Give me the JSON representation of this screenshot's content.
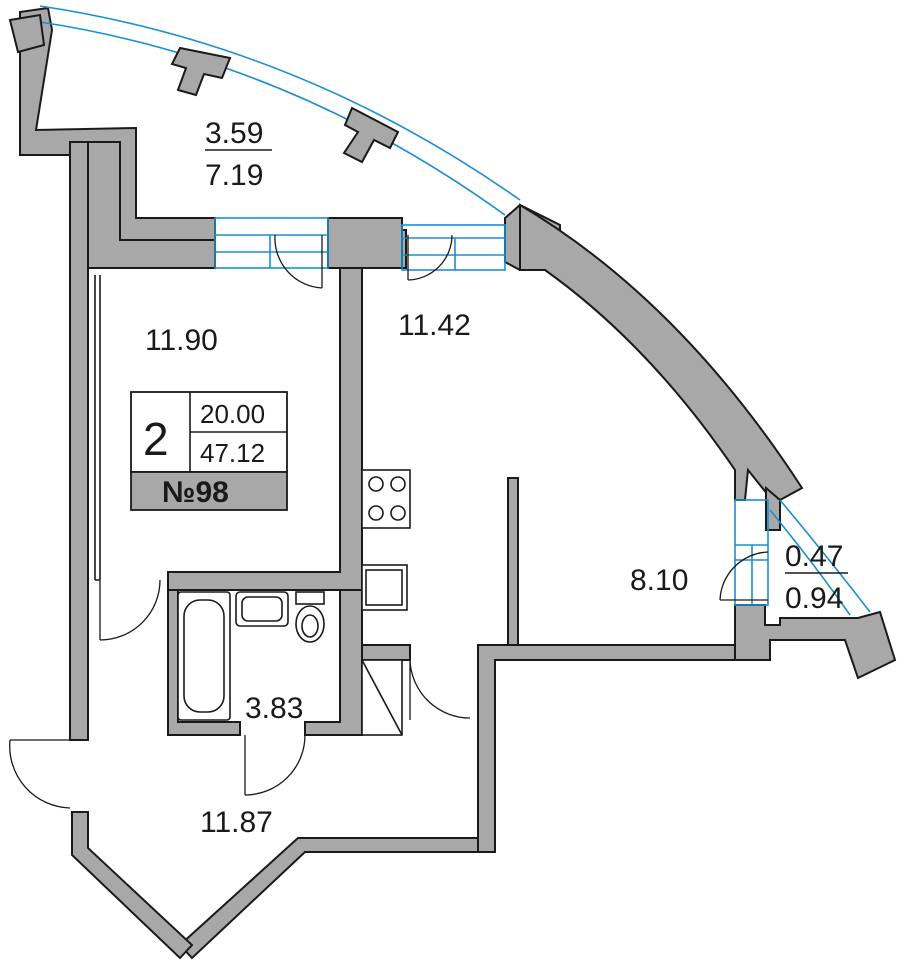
{
  "rooms": {
    "loggia_top": {
      "living": "3.59",
      "total": "7.19"
    },
    "room": "11.90",
    "kitchen": "11.42",
    "living_right": "8.10",
    "balcony_small": {
      "living": "0.47",
      "total": "0.94"
    },
    "bathroom": "3.83",
    "hall": "11.87"
  },
  "apartment": {
    "rooms_count": "2",
    "living_area": "20.00",
    "total_area": "47.12",
    "number_label": "№98"
  },
  "colors": {
    "wall": "#a8a8a8",
    "window": "#1a8fd0",
    "badge": "#a8a8a8"
  }
}
